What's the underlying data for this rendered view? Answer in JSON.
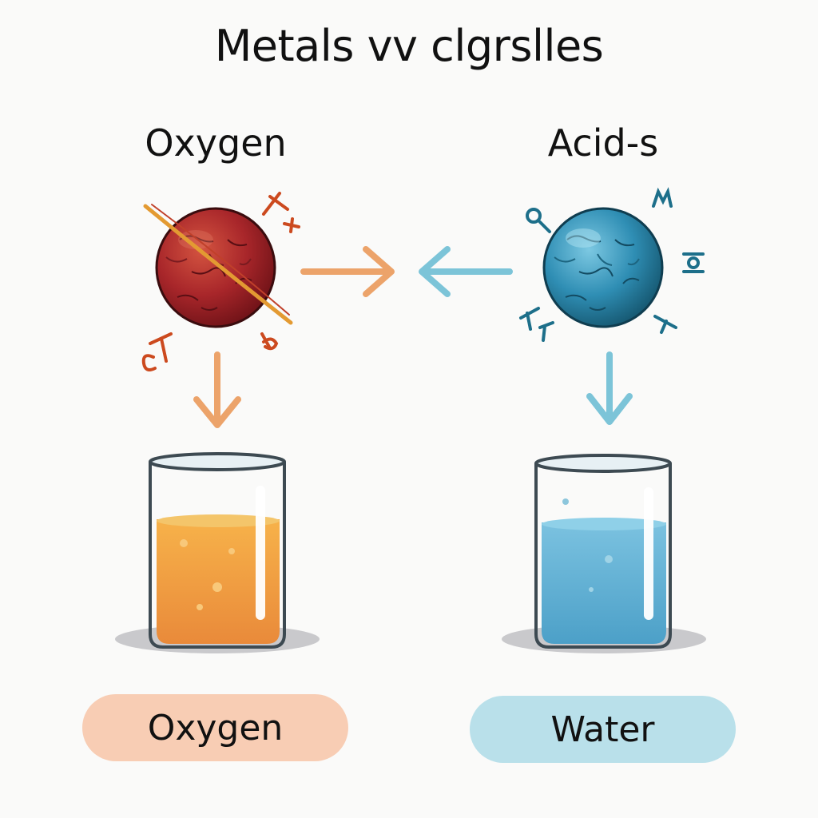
{
  "title": "Metals vv clgrslles",
  "left": {
    "heading": "Oxygen",
    "label": "Oxygen",
    "symbols": [
      "T +",
      "C T",
      "Φ"
    ],
    "colors": {
      "sphere": "#a8262a",
      "arrow": "#eca36a",
      "liquid": "#f0a040",
      "pill": "#f8cdb4",
      "symbol": "#cc4a1f"
    }
  },
  "right": {
    "heading": "Acid-s",
    "label": "Water",
    "symbols": [
      "M",
      "Q",
      "IO",
      "T F",
      "T"
    ],
    "colors": {
      "sphere": "#2f8eb4",
      "arrow": "#7cc4d8",
      "liquid": "#59aed3",
      "pill": "#b9e0ea",
      "symbol": "#1d6f8a"
    }
  }
}
